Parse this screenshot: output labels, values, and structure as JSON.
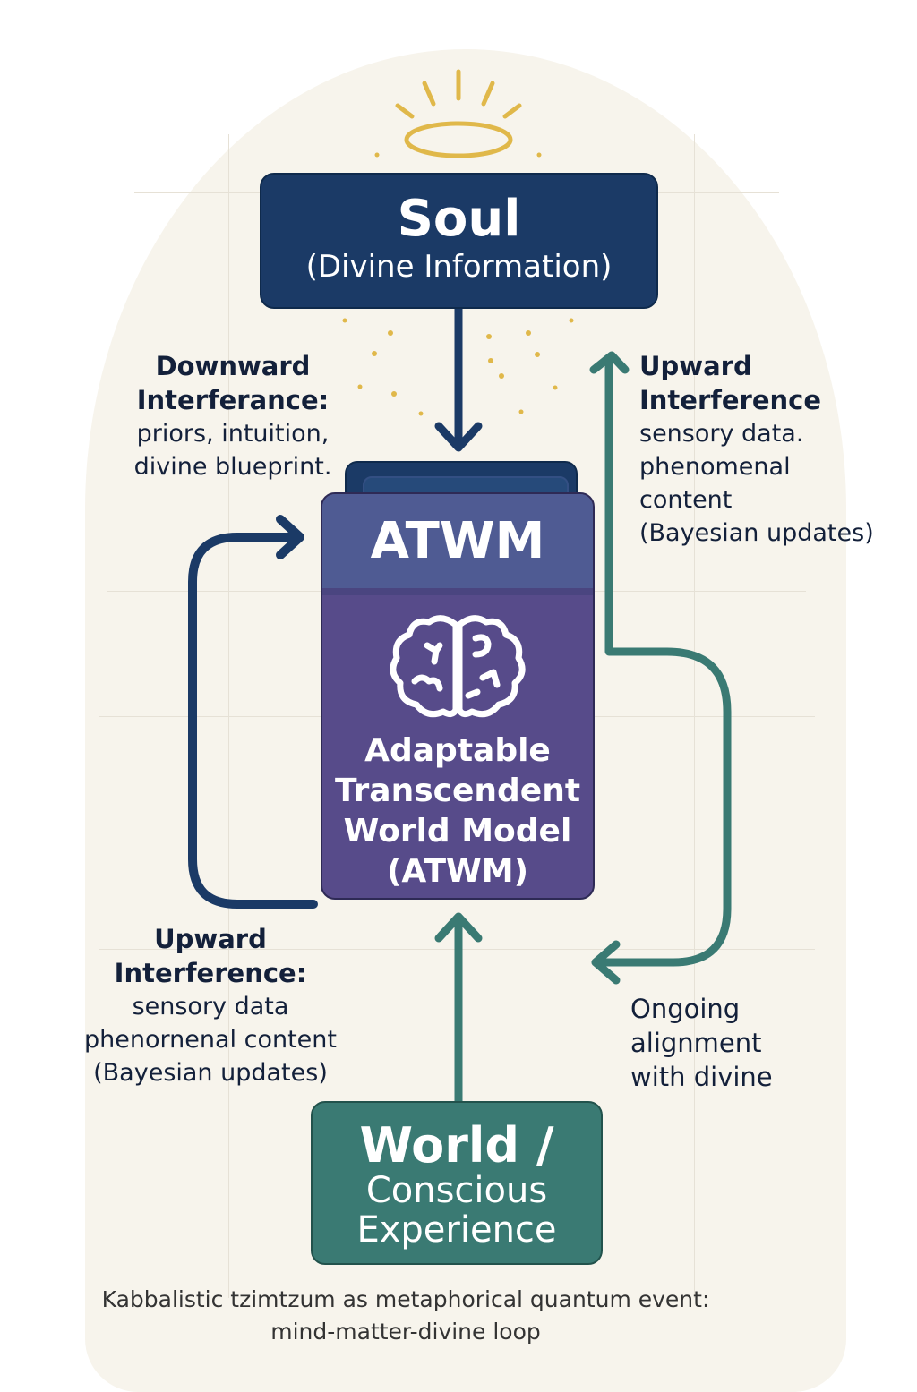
{
  "soul": {
    "title": "Soul",
    "subtitle": "(Divine Information)"
  },
  "atwm": {
    "title": "ATWM",
    "icon": "brain-icon",
    "description_lines": [
      "Adaptable",
      "Transcendent",
      "World Model",
      "(ATWM)"
    ]
  },
  "world": {
    "title": "World /",
    "subtitle_lines": [
      "Conscious",
      "Experience"
    ]
  },
  "labels": {
    "downward": {
      "head_lines": [
        "Downward",
        "Interferance:"
      ],
      "body_lines": [
        "priors, intuition,",
        "divine blueprint."
      ]
    },
    "upward_right": {
      "head_lines": [
        "Upward",
        "Interference"
      ],
      "body_lines": [
        "sensory data.",
        "phenomenal",
        "content",
        "(Bayesian updates)"
      ]
    },
    "upward_left": {
      "head_lines": [
        "Upward",
        "Interference:"
      ],
      "body_lines": [
        "sensory data",
        "phenornenal content",
        "(Bayesian updates)"
      ]
    },
    "ongoing": {
      "body_lines": [
        "Ongoing",
        "alignment",
        "with divine"
      ]
    }
  },
  "caption": {
    "lines": [
      "Kabbalistic tzimtzum as metaphorical quantum event:",
      "mind-matter-divine loop"
    ]
  },
  "colors": {
    "navy": "#1b3a66",
    "purple": "#574b8a",
    "teal": "#3a7a73",
    "gold": "#e0b84a",
    "background": "#f7f4ec"
  }
}
